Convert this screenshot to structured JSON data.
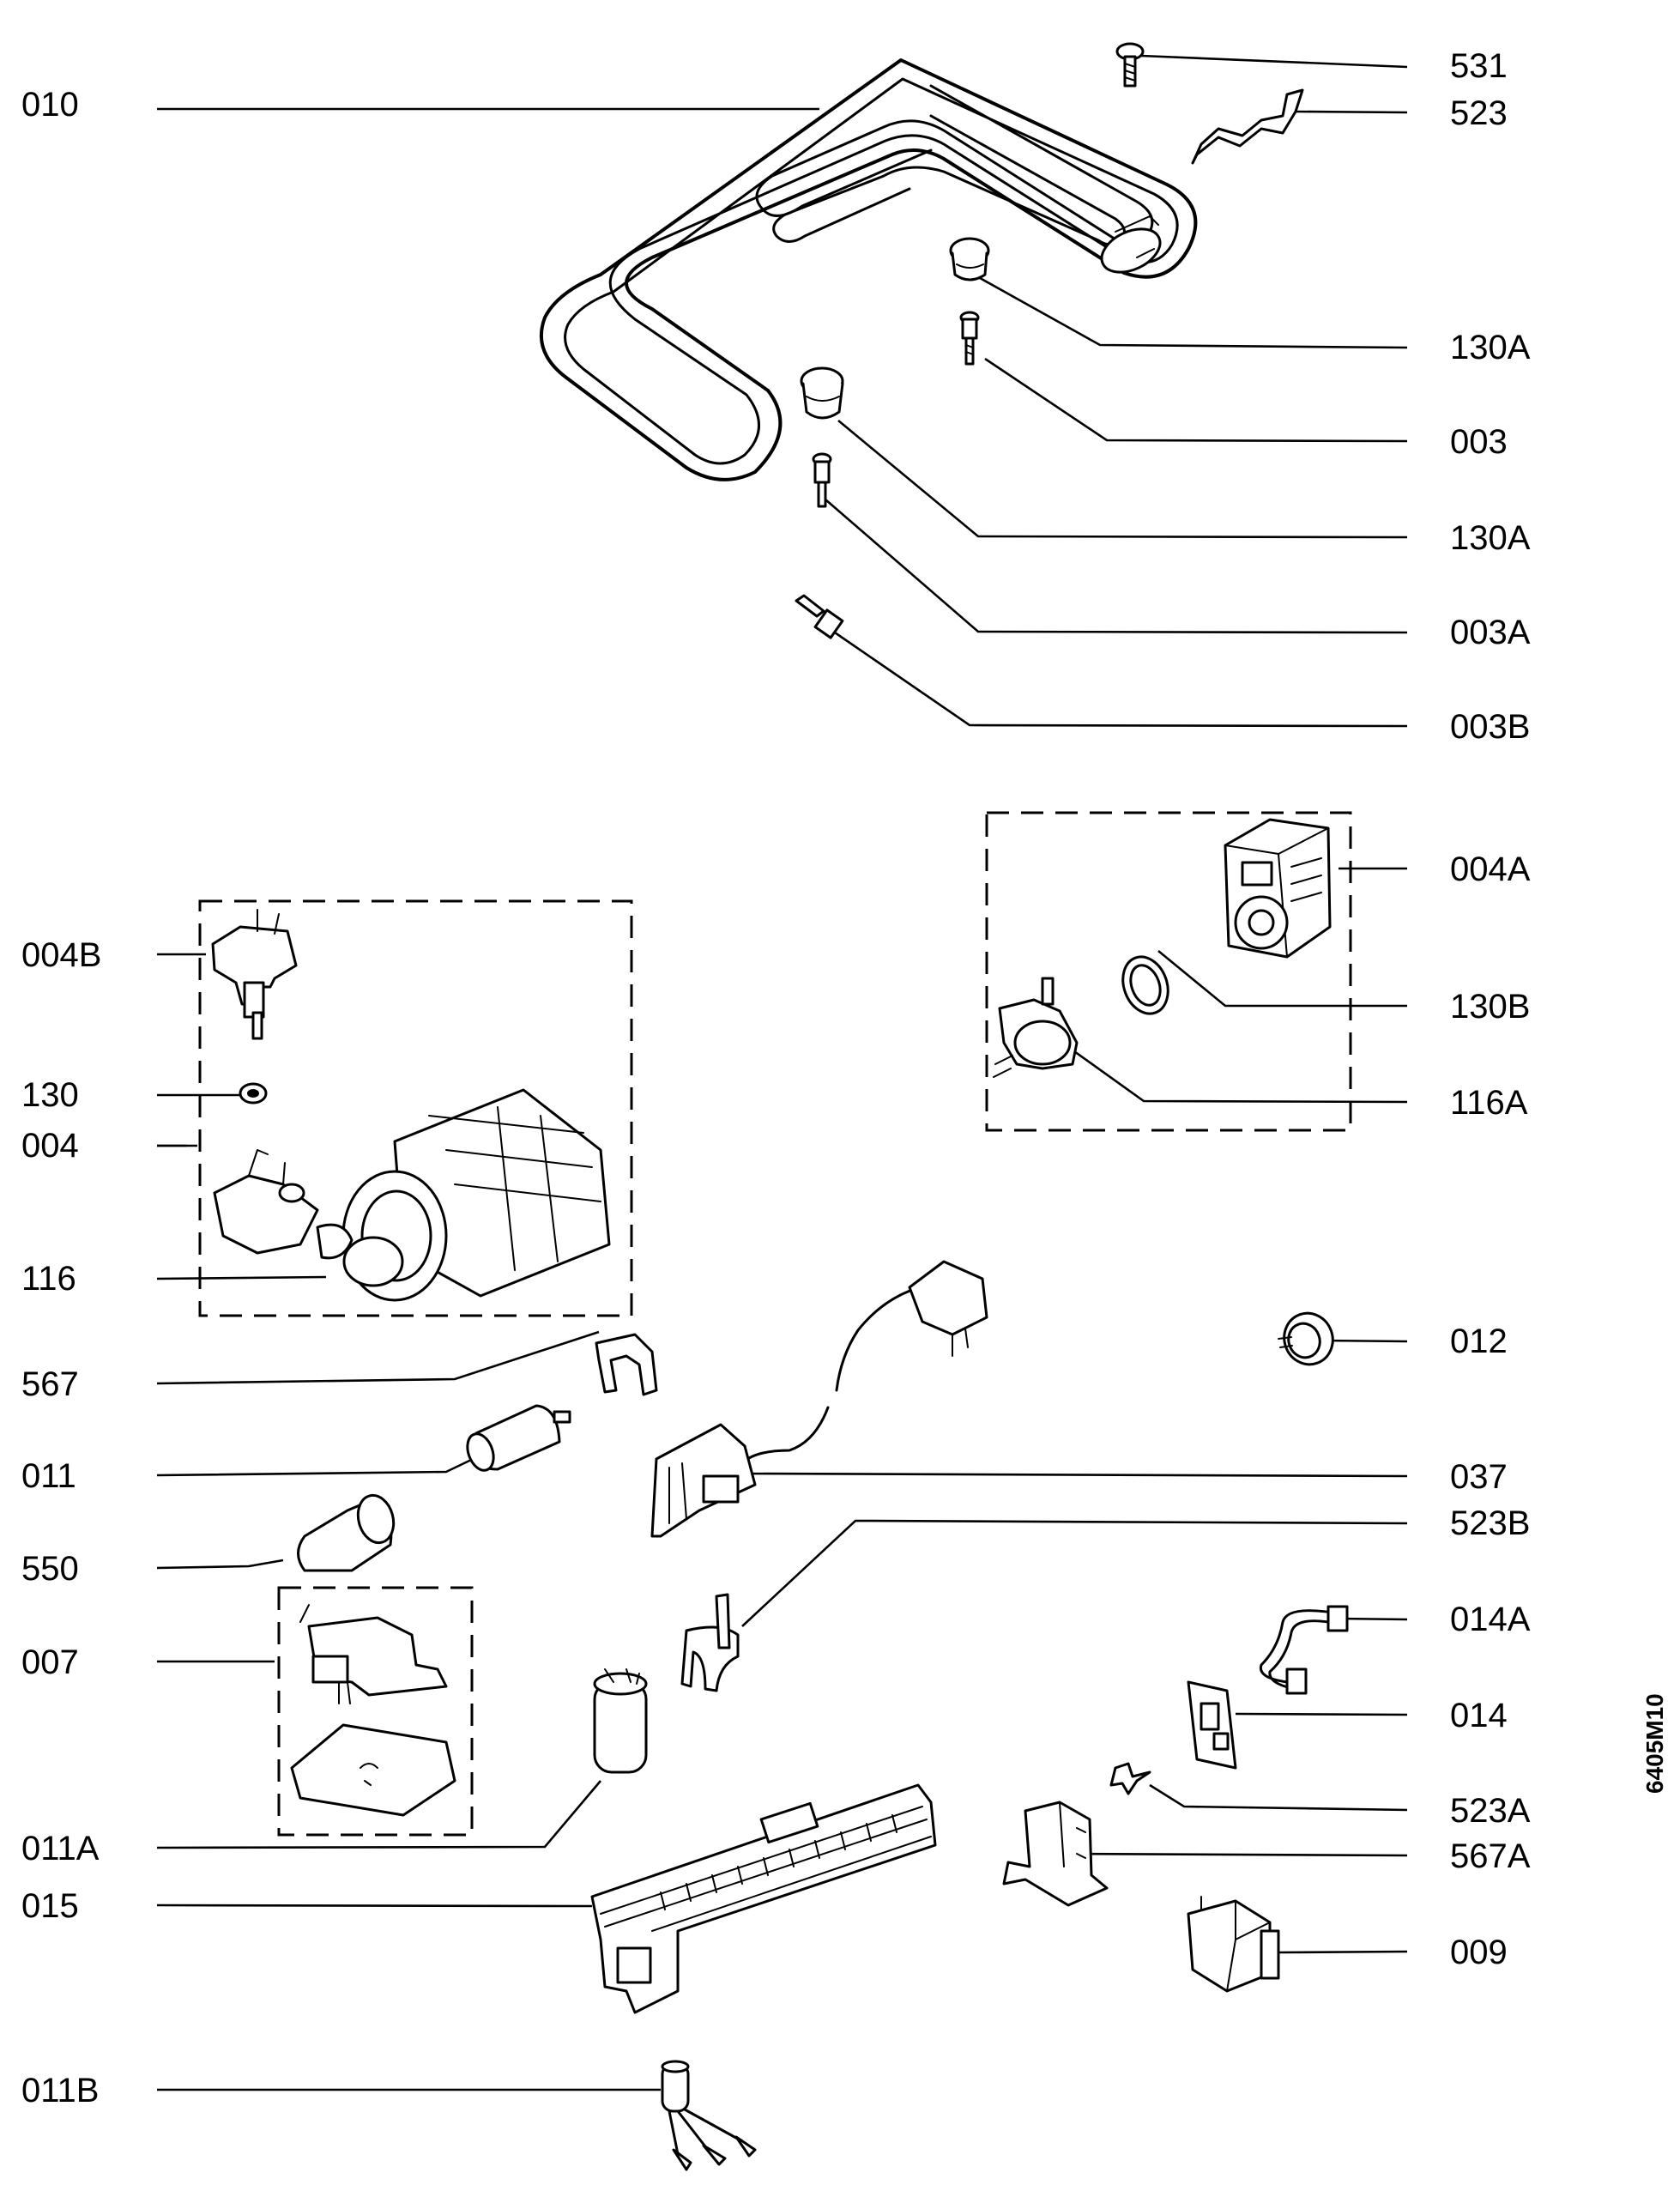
{
  "drawing_code": "6405M10",
  "parts": [
    {
      "id": "p010",
      "label": "010"
    },
    {
      "id": "p531",
      "label": "531"
    },
    {
      "id": "p523",
      "label": "523"
    },
    {
      "id": "p130A_1",
      "label": "130A"
    },
    {
      "id": "p003",
      "label": "003"
    },
    {
      "id": "p130A_2",
      "label": "130A"
    },
    {
      "id": "p003A",
      "label": "003A"
    },
    {
      "id": "p003B",
      "label": "003B"
    },
    {
      "id": "p004A",
      "label": "004A"
    },
    {
      "id": "p004B",
      "label": "004B"
    },
    {
      "id": "p130B",
      "label": "130B"
    },
    {
      "id": "p116A",
      "label": "116A"
    },
    {
      "id": "p130",
      "label": "130"
    },
    {
      "id": "p004",
      "label": "004"
    },
    {
      "id": "p116",
      "label": "116"
    },
    {
      "id": "p012",
      "label": "012"
    },
    {
      "id": "p567",
      "label": "567"
    },
    {
      "id": "p011",
      "label": "011"
    },
    {
      "id": "p037",
      "label": "037"
    },
    {
      "id": "p523B",
      "label": "523B"
    },
    {
      "id": "p550",
      "label": "550"
    },
    {
      "id": "p014A",
      "label": "014A"
    },
    {
      "id": "p007",
      "label": "007"
    },
    {
      "id": "p014",
      "label": "014"
    },
    {
      "id": "p523A",
      "label": "523A"
    },
    {
      "id": "p011A",
      "label": "011A"
    },
    {
      "id": "p567A",
      "label": "567A"
    },
    {
      "id": "p015",
      "label": "015"
    },
    {
      "id": "p009",
      "label": "009"
    },
    {
      "id": "p011B",
      "label": "011B"
    }
  ]
}
